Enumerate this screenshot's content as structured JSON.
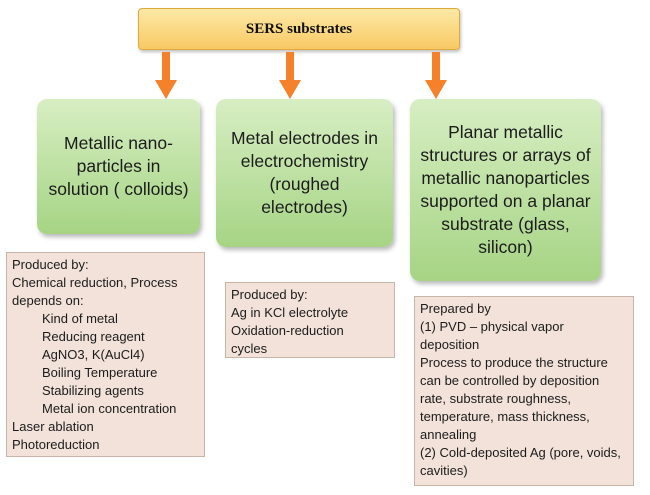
{
  "title": "SERS substrates",
  "colors": {
    "top_fill": "#f8c964",
    "arrow": "#f5822a",
    "green_fill": "#b5dc98",
    "note_fill": "#f2e2d9"
  },
  "categories": [
    {
      "label": "Metallic nano-particles in solution ( colloids)"
    },
    {
      "label": "Metal electrodes in electrochemistry (roughed electrodes)"
    },
    {
      "label": "Planar metallic structures or arrays of metallic nanoparticles supported on a planar substrate (glass, silicon)"
    }
  ],
  "notes": {
    "colloids": {
      "heading": "Produced by:",
      "line1": "Chemical reduction, Process",
      "line2": "depends on:",
      "sub": [
        "Kind of metal",
        "Reducing reagent",
        "AgNO3, K(AuCl4)",
        "Boiling Temperature",
        "Stabilizing agents",
        "Metal ion concentration"
      ],
      "tail1": "Laser ablation",
      "tail2": "Photoreduction"
    },
    "electrodes": {
      "heading": "Produced by:",
      "line1": "Ag in KCl electrolyte",
      "line2": "Oxidation-reduction",
      "line3": "cycles"
    },
    "planar": {
      "lines": [
        "Prepared by",
        "(1) PVD – physical vapor",
        "deposition",
        "Process to produce the structure",
        "can be controlled by deposition",
        "rate, substrate roughness,",
        "temperature, mass thickness,",
        "annealing",
        "(2) Cold-deposited Ag (pore, voids,",
        "cavities)"
      ]
    }
  }
}
